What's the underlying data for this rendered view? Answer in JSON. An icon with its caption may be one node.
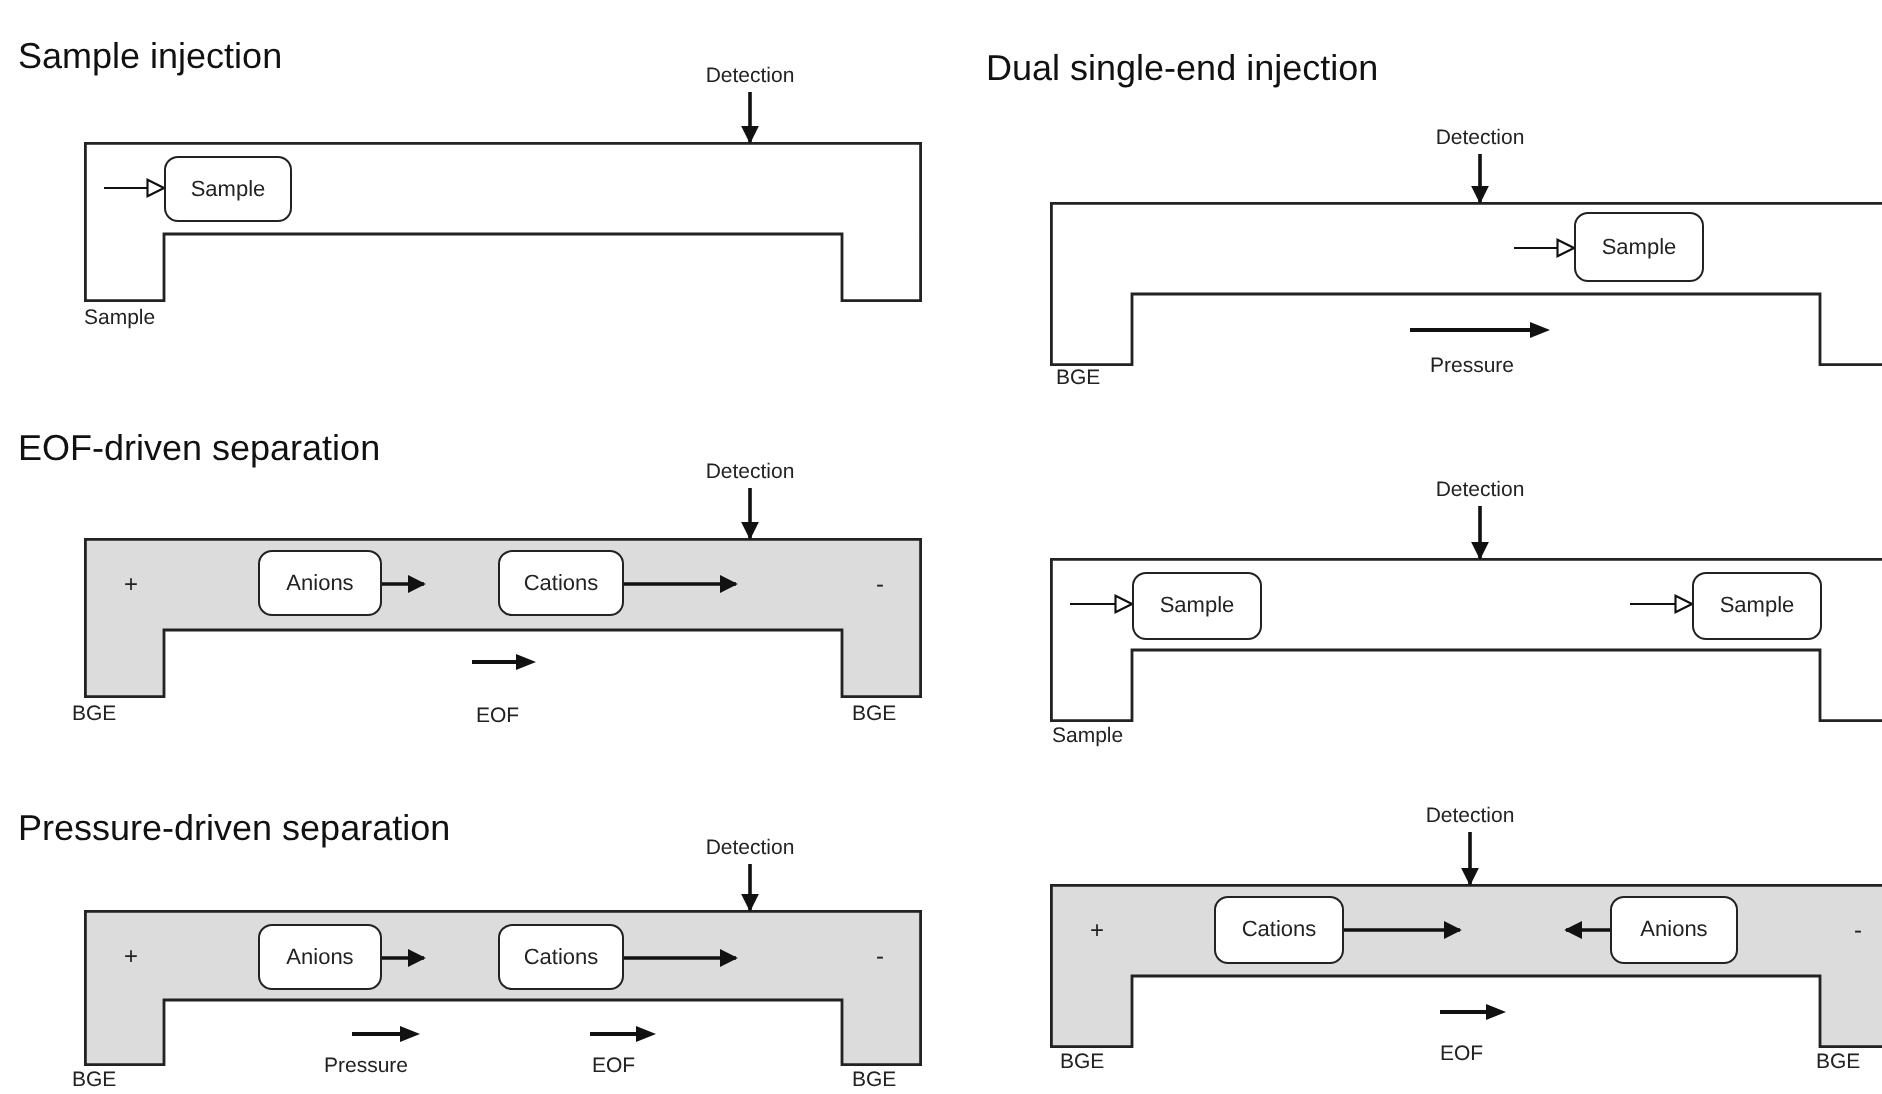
{
  "diagram": {
    "nodes": [
      {
        "text": [],
        "shape": "channel",
        "beside": [
          "Sample"
        ]
      },
      {
        "text": [
          "Detection"
        ]
      },
      {
        "text": [
          "Sample"
        ],
        "in": 0
      },
      {
        "text": [],
        "shape": "channel",
        "beside": [
          "BGE"
        ]
      },
      {
        "text": [
          "Detection"
        ]
      },
      {
        "text": [
          "Sample"
        ],
        "in": 3
      },
      {
        "text": [
          "+",
          "-"
        ],
        "beside": [
          "BGE",
          "BGE"
        ]
      },
      {
        "text": [
          "Detection"
        ]
      },
      {
        "text": [
          "Anions"
        ],
        "in": 6
      },
      {
        "text": [
          "Cations"
        ],
        "in": 6
      },
      {
        "text": [],
        "shape": "channel",
        "beside": [
          "Sample"
        ]
      },
      {
        "text": [
          "Detection"
        ]
      },
      {
        "text": [
          "Sample"
        ],
        "in": 10
      },
      {
        "text": [
          "Sample"
        ],
        "in": 10
      },
      {
        "text": [
          "+",
          "-"
        ],
        "beside": [
          "BGE",
          "BGE"
        ]
      },
      {
        "text": [
          "Detection"
        ]
      },
      {
        "text": [
          "Anions"
        ],
        "in": 14
      },
      {
        "text": [
          "Cations"
        ],
        "in": 14
      },
      {
        "text": [
          "+",
          "-"
        ],
        "beside": [
          "BGE",
          "BGE"
        ]
      },
      {
        "text": [
          "Detection"
        ]
      },
      {
        "text": [
          "Cations"
        ],
        "in": 18
      },
      {
        "text": [
          "Anions"
        ],
        "in": 18
      }
    ],
    "edges": [
      {
        "from": 1,
        "to": 0,
        "arrow": "to"
      },
      {
        "from": null,
        "to": 2,
        "arrow": "to"
      },
      {
        "from": 4,
        "to": 3,
        "arrow": "to"
      },
      {
        "from": null,
        "to": 5,
        "arrow": "to"
      },
      {
        "from": 7,
        "to": 6,
        "arrow": "to"
      },
      {
        "from": 8,
        "to": null,
        "arrow": "to"
      },
      {
        "from": 9,
        "to": null,
        "arrow": "to"
      },
      {
        "from": 11,
        "to": 10,
        "arrow": "to"
      },
      {
        "from": null,
        "to": 12,
        "arrow": "to"
      },
      {
        "from": null,
        "to": 13,
        "arrow": "to"
      },
      {
        "from": 15,
        "to": 14,
        "arrow": "to"
      },
      {
        "from": 16,
        "to": null,
        "arrow": "to"
      },
      {
        "from": 17,
        "to": null,
        "arrow": "to"
      },
      {
        "from": 19,
        "to": 18,
        "arrow": "to"
      },
      {
        "from": 20,
        "to": null,
        "arrow": "to"
      },
      {
        "from": 21,
        "to": null,
        "arrow": "to"
      }
    ],
    "labels": [
      "Sample injection",
      "Dual single-end injection",
      "Pressure",
      "EOF-driven separation",
      "EOF",
      "Pressure-driven separation",
      "Pressure",
      "EOF",
      "EOF"
    ]
  }
}
